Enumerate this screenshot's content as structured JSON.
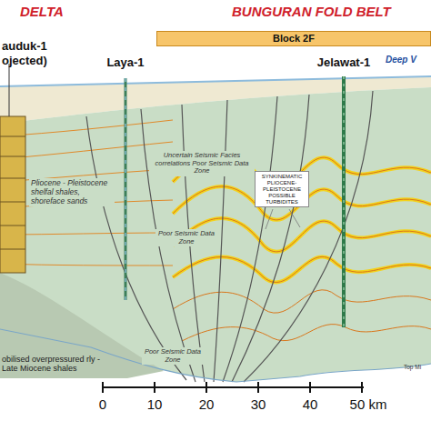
{
  "diagram": {
    "nodes": [
      {
        "text": [
          "Block 2F"
        ]
      },
      {
        "text": [
          "SYNKINEMATIC PLIOCENE-PLEISTOCENE POSSIBLE TURBIDITES"
        ]
      }
    ],
    "labels": [
      "DELTA",
      "BUNGURAN FOLD BELT",
      "auduk-1",
      "ojected)",
      "Laya-1",
      "Jelawat-1",
      "Deep V",
      "Pliocene - Pleistocene shelfal shales, shoreface sands",
      "Uncertain Seismic Facies correlations Poor Seismic Data Zone",
      "Poor Seismic Data Zone",
      "Poor Seismic Data Zone",
      "obilised overpressured rly - Late Miocene shales",
      "Top Mi",
      "0",
      "10",
      "20",
      "30",
      "40",
      "50 km"
    ]
  }
}
